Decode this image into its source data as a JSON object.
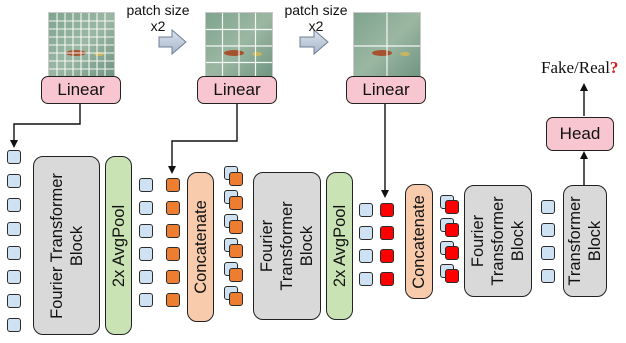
{
  "diagram": {
    "patch_size_label": "patch size",
    "scale_label": "x2",
    "linear_label": "Linear",
    "fourier_block_line1": "Fourier Transformer",
    "fourier_block_line2": "Block",
    "fourier_block_b_line1": "Fourier",
    "fourier_block_b_line2": "Transformer",
    "fourier_block_b_line3": "Block",
    "avgpool_label": "2x AvgPool",
    "concat_label": "Concatenate",
    "transformer_line1": "Transformer",
    "transformer_line2": "Block",
    "head_label": "Head",
    "output_text": "Fake/Real",
    "output_mark": "?"
  },
  "colors": {
    "token_blue": "#cfe2f3",
    "token_orange": "#ed7d31",
    "token_red": "#ff0000",
    "linear_pink": "#f8c6d1",
    "block_gray": "#d9d9d9",
    "avgpool_green": "#c9e3b4",
    "concat_peach": "#f8cbad",
    "question_red": "#d81e1e"
  }
}
